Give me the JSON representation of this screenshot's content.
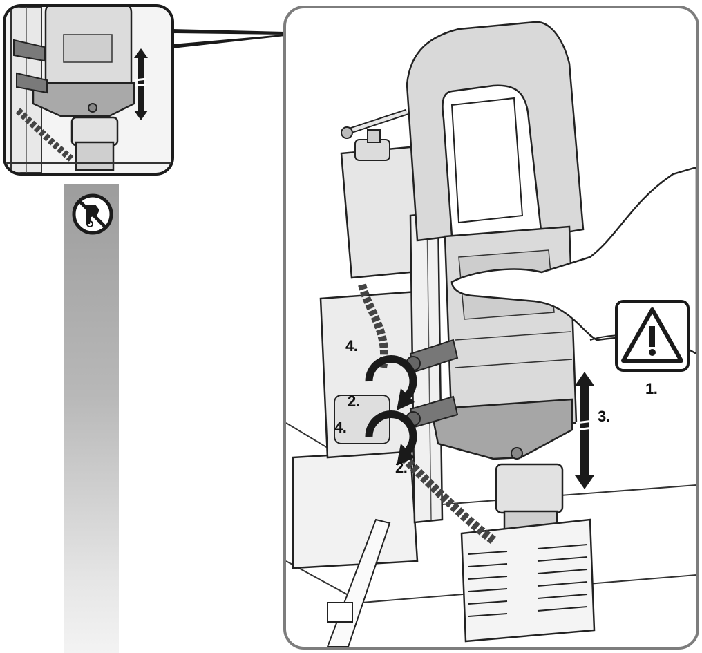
{
  "steps": {
    "step1": "1.",
    "step2a": "2.",
    "step2b": "2.",
    "step3": "3.",
    "step4a": "4.",
    "step4b": "4."
  },
  "icons": {
    "no_wrench": "no-wrench-icon",
    "warning": "warning-triangle-icon",
    "up_down": "up-down-arrow-icon",
    "rotate": "rotate-arrow-icon"
  },
  "colors": {
    "strip_top": "#9d9d9d",
    "strip_bottom": "#f3f3f3",
    "frame": "#7d7d7d",
    "line": "#1a1a1a"
  }
}
